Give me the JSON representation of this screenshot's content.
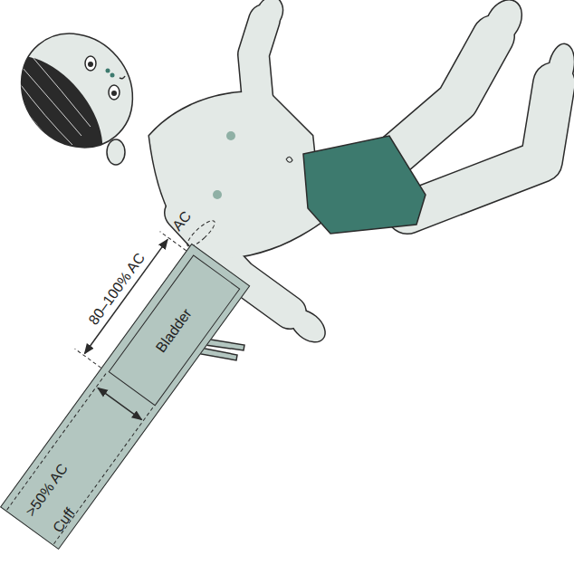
{
  "diagram": {
    "nodes": [
      {
        "text": [
          "Cuff"
        ]
      },
      {
        "text": [
          "Bladder"
        ],
        "in": 0
      }
    ],
    "labels": [
      "AC",
      "80–100% AC",
      ">50% AC"
    ]
  }
}
